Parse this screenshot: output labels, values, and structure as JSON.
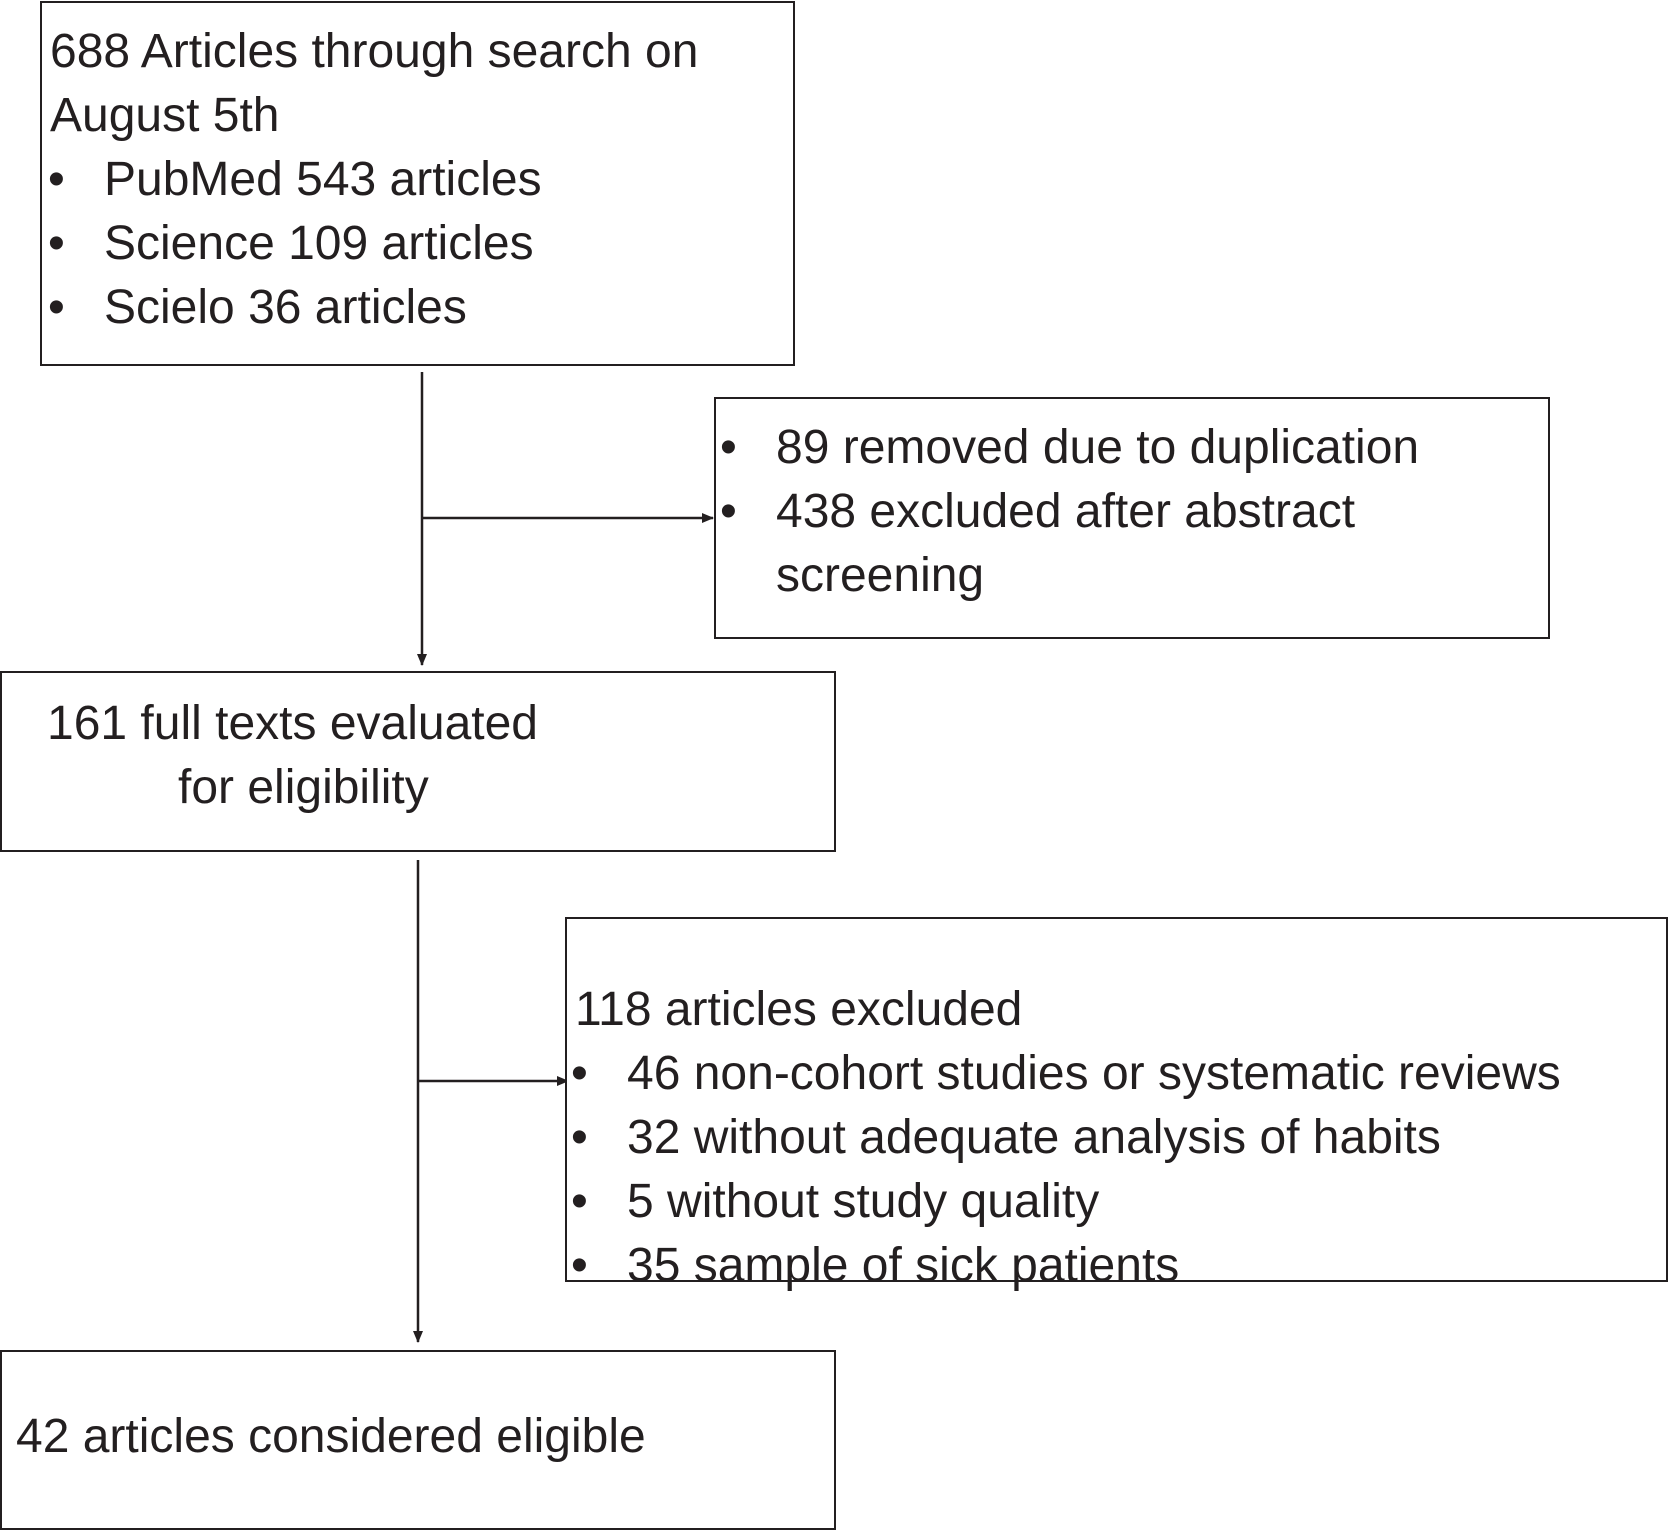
{
  "identification": {
    "heading_line1": "688 Articles through search on",
    "heading_line2": "August 5th",
    "sources": [
      "PubMed 543 articles",
      "Science 109 articles",
      "Scielo 36 articles"
    ]
  },
  "screening_exclusions": {
    "items": [
      "89 removed due to duplication",
      "438 excluded after abstract",
      "screening"
    ]
  },
  "eligibility": {
    "line1": "161 full texts evaluated",
    "line2": "for eligibility"
  },
  "fulltext_exclusions": {
    "heading": "118 articles excluded",
    "items": [
      "46 non-cohort studies or systematic reviews",
      "32 without adequate analysis of habits",
      "5 without study quality",
      "35 sample of sick patients"
    ]
  },
  "included": {
    "label": "42 articles considered eligible"
  },
  "colors": {
    "line": "#231f20",
    "text": "#231f20",
    "background": "#ffffff"
  }
}
